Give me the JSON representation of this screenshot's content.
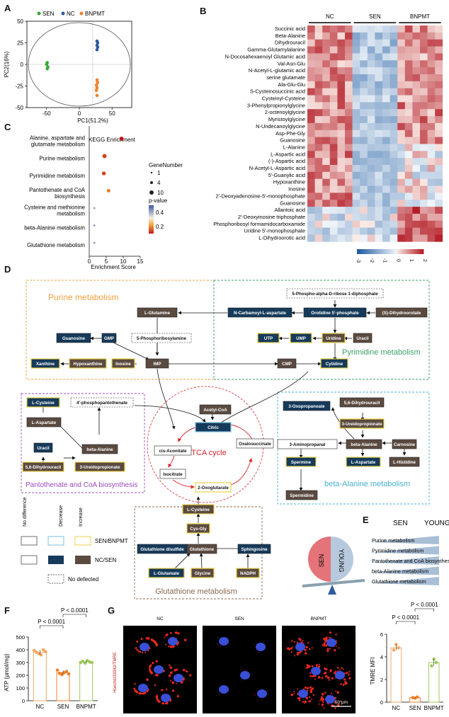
{
  "panels": {
    "A": "A",
    "B": "B",
    "C": "C",
    "D": "D",
    "E": "E",
    "F": "F",
    "G": "G"
  },
  "panelA": {
    "legend": [
      "SEN",
      "NC",
      "BNPMT"
    ],
    "colors": {
      "SEN": "#3aa635",
      "NC": "#2e5b9e",
      "BNPMT": "#f07f2a"
    },
    "xlabel": "PC1(51.2%)",
    "ylabel": "PC2(16%)",
    "yticks": [
      "50",
      "25",
      "0",
      "-25",
      "-50"
    ],
    "xticks": [
      "-50",
      "0",
      "50"
    ]
  },
  "panelB": {
    "groups": [
      "NC",
      "SEN",
      "BNPMT"
    ],
    "metabolites": [
      "Succinic acid",
      "Beta-Alanine",
      "Dihydrouracil",
      "Gamma-Glutamylalanine",
      "N-Docosahexaenoyl Glutamic acid",
      "Val-Asn-Glu",
      "N-Acetyl-L-glutamic acid",
      "serine glutamate",
      "Ala-Glu-Glu",
      "S-Cysteinosuccinic acid",
      "Cysteinyl-Cysteine",
      "3-Phenylpropionylglycine",
      "2-octenoylglycine",
      "Myristoylglycine",
      "N-Undecanoylglycine",
      "Asp-Phe-Gly",
      "Guanosine",
      "L-Alanine",
      "L-Aspartic acid",
      "(-)-Aspartic acid",
      "N-Acetyl-L-Aspartic acid",
      "5'-Guanylic acid",
      "Hypoxanthine",
      "Inosine",
      "2'-Deoxyadenosine-5'-monophosphate",
      "Guanosine",
      "Allantoic acid",
      "2'-Deoxyinosine triphosphate",
      "Phosphoribosyl formamidocarboxamide",
      "Uridine 5'-monophosphate",
      "L-Dihydroorotic acid"
    ],
    "scale_ticks": [
      "-3",
      "-2",
      "-1",
      "0",
      "1",
      "2"
    ]
  },
  "panelC": {
    "title": "KEGG Enrichment",
    "xlabel": "Enrichment Score",
    "xticks": [
      "0",
      "5",
      "10",
      "15"
    ],
    "pathways": [
      "Alanine, aspartate and glutamate metabolism",
      "Purine metabolism",
      "Pyrimidine metabolism",
      "Pantothenate and CoA biosynthesis",
      "Cysteine and methionine metabolism",
      "beta-Alanine metabolism",
      "Glutathione metabolism"
    ],
    "legend_size_title": "GeneNumber",
    "legend_sizes": [
      "1",
      "4",
      "10"
    ],
    "legend_color_title": "p-value",
    "legend_color_ticks": [
      "0.4",
      "0.2"
    ]
  },
  "chart_data": [
    {
      "type": "scatter",
      "xlabel": "PC1(51.2%)",
      "ylabel": "PC2(16%)",
      "xlim": [
        -80,
        80
      ],
      "ylim": [
        -50,
        50
      ],
      "series": [
        {
          "name": "SEN",
          "x": [
            -49,
            -50,
            -48,
            -49
          ],
          "y": [
            2,
            0,
            -3,
            -5
          ]
        },
        {
          "name": "NC",
          "x": [
            27,
            28,
            27,
            28,
            27
          ],
          "y": [
            27,
            25,
            22,
            20,
            17
          ]
        },
        {
          "name": "BNPMT",
          "x": [
            27,
            28,
            26,
            27,
            26,
            27
          ],
          "y": [
            -18,
            -21,
            -24,
            -27,
            -30,
            -36
          ]
        }
      ]
    },
    {
      "type": "scatter",
      "title": "KEGG Enrichment",
      "xlabel": "Enrichment Score",
      "xlim": [
        0,
        15
      ],
      "categories": [
        "Alanine, aspartate and glutamate metabolism",
        "Purine metabolism",
        "Pyrimidine metabolism",
        "Pantothenate and CoA biosynthesis",
        "Cysteine and methionine metabolism",
        "beta-Alanine metabolism",
        "Glutathione metabolism"
      ],
      "x": [
        9.5,
        4.5,
        4.3,
        5.7,
        1.5,
        1.5,
        1.5
      ],
      "gene_number": [
        10,
        10,
        8,
        6,
        1,
        1,
        1
      ],
      "p_value": [
        0.05,
        0.1,
        0.12,
        0.18,
        0.4,
        0.35,
        0.3
      ]
    },
    {
      "type": "bar",
      "title": "",
      "ylabel": "ATP (μmol/mg)",
      "categories": [
        "NC",
        "SEN",
        "BNPMT"
      ],
      "values": [
        380,
        220,
        305
      ],
      "ylim": [
        0,
        500
      ],
      "points": [
        [
          395,
          380,
          370,
          360,
          400,
          385
        ],
        [
          240,
          215,
          205,
          220,
          230,
          210
        ],
        [
          300,
          310,
          295,
          315,
          305,
          300
        ]
      ],
      "colors": [
        "#f4a860",
        "#f07f2a",
        "#9cc95a"
      ],
      "annotations": [
        "P < 0.0001",
        "P < 0.0001"
      ]
    },
    {
      "type": "bar",
      "title": "",
      "ylabel": "TMRE MFI",
      "categories": [
        "NC",
        "SEN",
        "BNPMT"
      ],
      "values": [
        4.8,
        0.4,
        3.5
      ],
      "ylim": [
        0,
        6
      ],
      "points": [
        [
          4.6,
          5.1,
          4.8
        ],
        [
          0.4,
          0.35,
          0.45
        ],
        [
          3.2,
          3.8,
          3.5
        ]
      ],
      "colors": [
        "#f4a860",
        "#f07f2a",
        "#9cc95a"
      ],
      "annotations": [
        "P < 0.0001",
        "P < 0.0001"
      ]
    }
  ],
  "panelD": {
    "regions": {
      "purine": "Purine metabolism",
      "pyrimidine": "Pyrimidine metabolism",
      "pantothenate": "Pantothenate and CoA biosynthesis",
      "beta": "beta-Alanine metabolism",
      "tca": "TCA cycle",
      "glutathione": "Glutathione metabolism"
    },
    "nodes": {
      "lglutamine": "L-Glutamine",
      "ncarbamoyl": "N-Carbamoyl-L-aspartate",
      "orotidine": "Orotidine 5'-phosphate",
      "dihydroorotate": "(S)-Dihydroorotate",
      "prpp": "5-Phospho-alpha-D-ribose 1-diphosphate",
      "guanosine": "Guanosine",
      "gmp": "GMP",
      "phosphoribosylamine": "5-Phosphoribosylamine",
      "utp": "UTP",
      "ump": "UMP",
      "uridine": "Uridine",
      "uracil_top": "Uracil",
      "xanthine": "Xanthine",
      "hypoxanthine": "Hypoxanthine",
      "inosine": "Inosine",
      "imp": "IMP",
      "cmp": "CMP",
      "cytidine": "Cytidine",
      "lcysteine_left": "L-Cysteine",
      "phosphopantothenate": "4'-phosphopantothenate",
      "acetylcoa": "Acetyl-CoA",
      "citric": "Citric",
      "laspartate_left": "L-Aspartate",
      "uracil_left": "Uracil",
      "betaalanine_left": "beta-Alanine",
      "dihydrouracil_left": "5,6-Dihydrouracil",
      "ureido_left": "3-Ureidopropionate",
      "cisaconitate": "cis-Aconitate",
      "oxalosuccinate": "Oxalosuccinate",
      "isocitrate": "Isocitrate",
      "oxoglutarate": "2-Oxoglutarate",
      "oxopropanoate": "3-Oxopropanoate",
      "dihydrouracil_right": "5,6-Dihydrouracil",
      "ureido_right": "3-Ureidopropionate",
      "aminopropanal": "3-Aminopropanal",
      "betaalanine_right": "beta-Alanine",
      "carnosine": "Carnosine",
      "spermine": "Spermine",
      "laspartate_right": "L-Aspartate",
      "lhistidine": "L-Histidine",
      "spermidine": "Spermidine",
      "lcysteine_bottom": "L-Cysteine",
      "cysgly": "Cys-Gly",
      "glutathione_disulfide": "Glutathione disulfide",
      "glutathione": "Glutathione",
      "sphingosine": "Sphingosine",
      "lglutamate": "L-Glutamate",
      "glycine": "Glycine",
      "nadph": "NADPH"
    },
    "legend": {
      "no_difference": "No difference",
      "decrease": "Decrease",
      "increase": "Increase",
      "sen_bnpmt": "SEN/BNPMT",
      "nc_sen": "NC/SEN",
      "no_detected": "No defected"
    }
  },
  "panelE": {
    "sen": "SEN",
    "young": "YOUNG",
    "circle_sen": "SEN",
    "circle_young": "YOUNG",
    "items": [
      "Purine metabolism",
      "Pyrimidine metabolism",
      "Pantothenate and CoA biosynthesis",
      "beta-Alanine metabolism",
      "Glutathione metabolism"
    ]
  },
  "panelG": {
    "labels": [
      "NC",
      "SEN",
      "BNPMT"
    ],
    "side_label": "Hoechst33342/TMRE",
    "scale": "50 μm"
  },
  "panelF": {
    "ylabel": "ATP (μmol/mg)",
    "yticks": [
      "0",
      "100",
      "200",
      "300",
      "400",
      "500"
    ],
    "categories": [
      "NC",
      "SEN",
      "BNPMT"
    ],
    "p1": "P < 0.0001",
    "p2": "P < 0.0001"
  },
  "panelH": {
    "ylabel": "TMRE MFI",
    "yticks": [
      "0",
      "2",
      "4",
      "6"
    ],
    "categories": [
      "NC",
      "SEN",
      "BNPMT"
    ],
    "p1": "P < 0.0001",
    "p2": "P < 0.0001"
  }
}
